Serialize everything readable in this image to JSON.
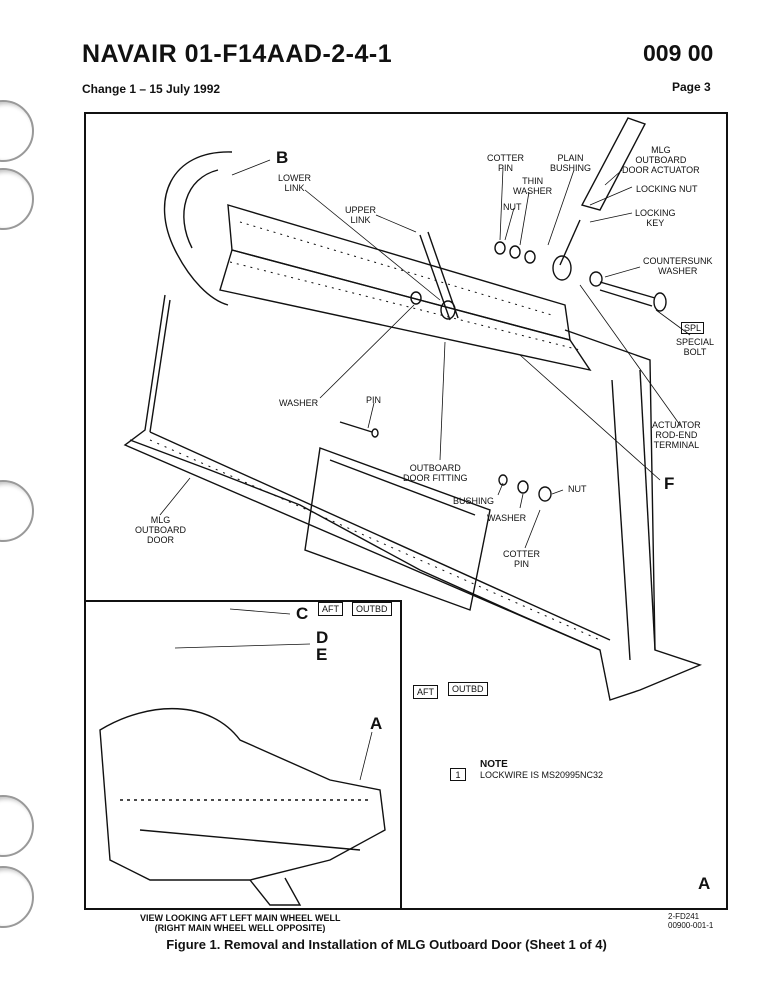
{
  "header": {
    "doc_title": "NAVAIR 01-F14AAD-2-4-1",
    "doc_code": "009 00",
    "change": "Change 1 – 15 July 1992",
    "page": "Page 3"
  },
  "callouts": {
    "B": "B",
    "C": "C",
    "D": "D",
    "E": "E",
    "F": "F",
    "A_inset": "A",
    "A_view": "A"
  },
  "labels": {
    "lower_link": "LOWER\nLINK",
    "upper_link": "UPPER\nLINK",
    "cotter_pin_top": "COTTER\nPIN",
    "plain_bushing": "PLAIN\nBUSHING",
    "thin_washer": "THIN\nWASHER",
    "nut_top": "NUT",
    "mlg_actuator": "MLG\nOUTBOARD\nDOOR ACTUATOR",
    "locking_nut": "LOCKING NUT",
    "locking_key": "LOCKING\nKEY",
    "countersunk_washer": "COUNTERSUNK\nWASHER",
    "spl": "SPL",
    "special_bolt": "SPECIAL\nBOLT",
    "washer_left": "WASHER",
    "pin": "PIN",
    "actuator_rod_end": "ACTUATOR\nROD-END\nTERMINAL",
    "outboard_door_fitting": "OUTBOARD\nDOOR FITTING",
    "bushing": "BUSHING",
    "nut_bottom": "NUT",
    "washer_bottom": "WASHER",
    "cotter_pin_bottom": "COTTER\nPIN",
    "mlg_outboard_door": "MLG\nOUTBOARD\nDOOR",
    "aft": "AFT",
    "outbd": "OUTBD"
  },
  "note": {
    "title": "NOTE",
    "marker": "1",
    "text": "LOCKWIRE IS MS20995NC32"
  },
  "view_caption": "VIEW LOOKING AFT LEFT MAIN WHEEL WELL\n(RIGHT MAIN WHEEL WELL OPPOSITE)",
  "doc_number": "2-FD241\n00900-001-1",
  "figure_caption": "Figure 1. Removal and Installation of MLG Outboard Door (Sheet 1 of 4)"
}
